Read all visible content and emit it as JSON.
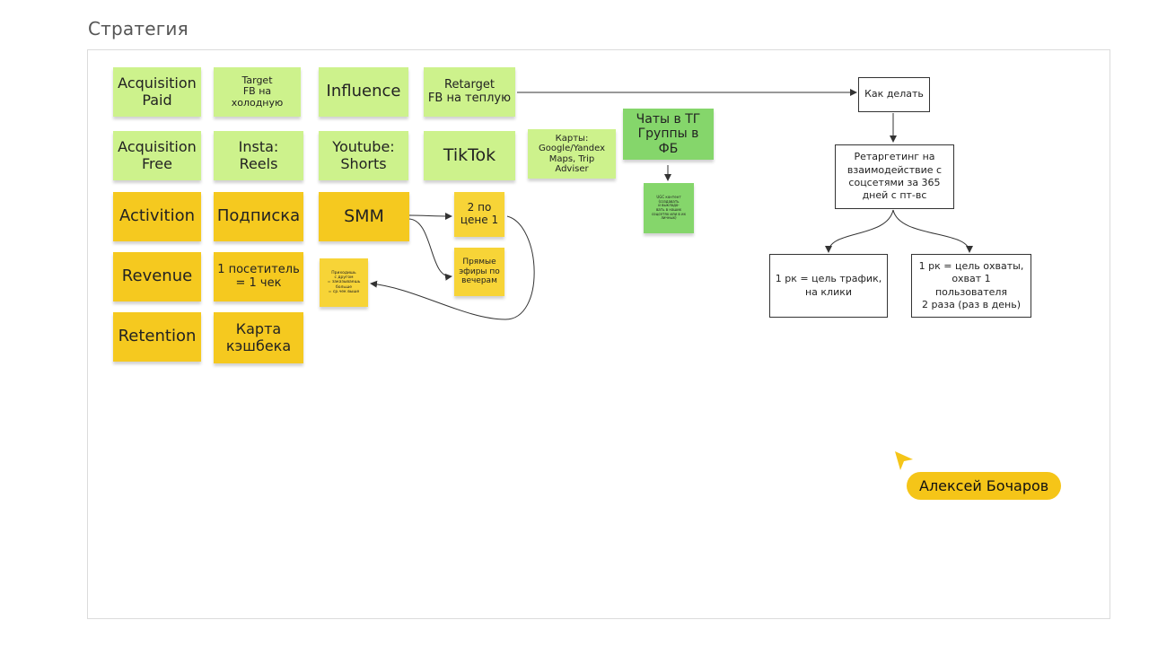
{
  "heading": "Стратегия",
  "rows": {
    "acquisition_paid": {
      "label": "Acquisition\nPaid",
      "notes": [
        "Target\nFB на холодную",
        "Influence",
        "Retarget\nFB на теплую"
      ]
    },
    "acquisition_free": {
      "label": "Acquisition\nFree",
      "notes": [
        "Insta: Reels",
        "Youtube:\nShorts",
        "TikTok",
        "Карты:\nGoogle/Yandex\nMaps, Trip Adviser"
      ]
    },
    "activation": {
      "label": "Activition",
      "notes": [
        "Подписка",
        "SMM",
        "2 по\nцене 1"
      ]
    },
    "revenue": {
      "label": "Revenue",
      "notes": [
        "1 посетитель\n= 1 чек",
        "Приходишь\nс другом\n= заказываешь\nбольше\n= ср.чек выше",
        "Прямые\nэфиры по\nвечерам"
      ]
    },
    "retention": {
      "label": "Retention",
      "notes": [
        "Карта\nкэшбека"
      ]
    }
  },
  "chats_note": "Чаты в ТГ\nГруппы в ФБ",
  "ugc_note": "UGC контент\n(создавать\nи выкладо-\nвать в наших\nсоцсетях или в их\nличных)",
  "flow": {
    "how_to": "Как делать",
    "retargeting": "Ретаргетинг на\nвзаимодействие с\nсоцсетями за 365\nдней с пт-вс",
    "campaign_traffic": "1 рк = цель трафик,\nна клики",
    "campaign_reach": "1 рк = цель охваты,\nохват 1 пользователя\n2 раза (раз в день)"
  },
  "collaborator": "Алексей Бочаров",
  "colors": {
    "light_green": "#cdf28c",
    "dark_green": "#85d66b",
    "yellow": "#f5c91f",
    "cursor": "#f5c518"
  }
}
